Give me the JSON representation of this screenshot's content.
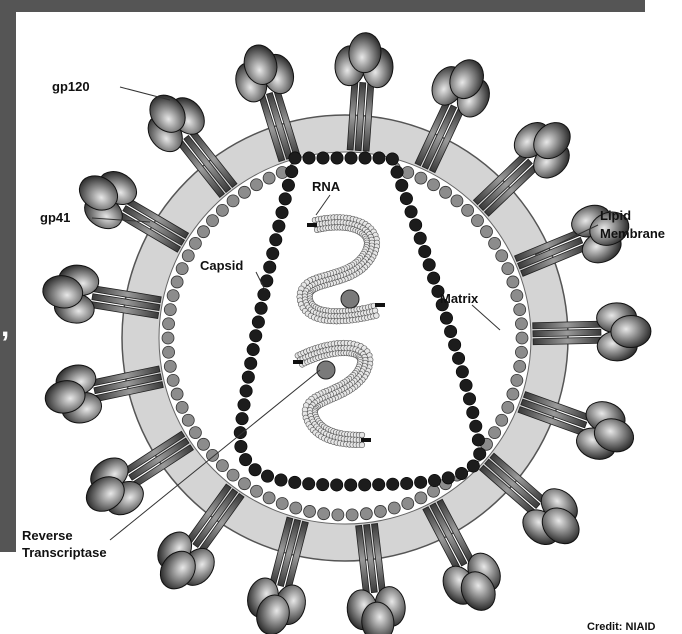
{
  "labels": {
    "gp120": "gp120",
    "gp41": "gp41",
    "rna": "RNA",
    "capsid": "Capsid",
    "matrix": "Matrix",
    "lipid_1": "Lipid",
    "lipid_2": "Membrane",
    "rt_1": "Reverse",
    "rt_2": "Transcriptase",
    "credit": "Credit: NIAID"
  },
  "colors": {
    "backdrop": "#555555",
    "membrane": "#d4d4d4",
    "matrix_bead": "#8c8c8c",
    "capsid_bead": "#1c1c1c",
    "rna_bead": "#e6e6e6",
    "enzyme": "#7a7a7a",
    "spike_dark": "#222222",
    "spike_light": "#e8e8e8"
  },
  "icons": {
    "spike": "glycoprotein-spike-icon",
    "enzyme": "reverse-transcriptase-blob-icon"
  }
}
